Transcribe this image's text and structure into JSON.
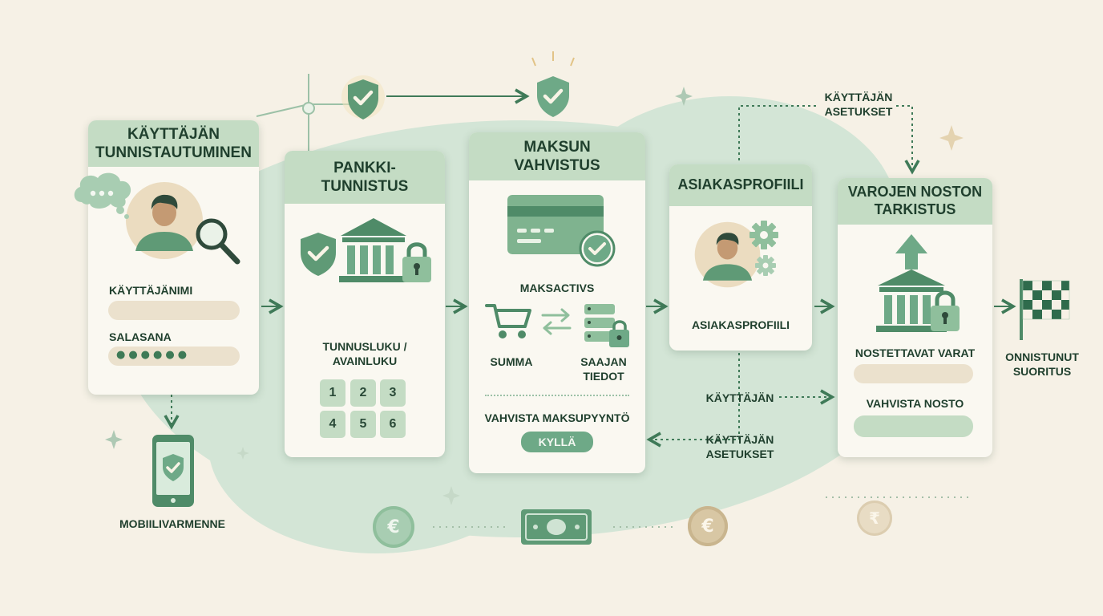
{
  "steps": {
    "login": {
      "title": "KÄYTTÄJÄN TUNNISTAUTUMINEN",
      "username_label": "KÄYTTÄJÄNIMI",
      "password_label": "SALASANA",
      "password_mask": "●●●●●●",
      "icons": [
        "speech-bubble-icon",
        "user-avatar-icon",
        "magnifier-icon"
      ]
    },
    "bank_auth": {
      "title": "PANKKI-TUNNISTUS",
      "code_label": "TUNNUSLUKU / AVAINLUKU",
      "keypad": [
        "1",
        "2",
        "3",
        "4",
        "5",
        "6"
      ],
      "icons": [
        "shield-check-icon",
        "bank-icon",
        "padlock-icon",
        "arrow-down-icon"
      ]
    },
    "payment_confirm": {
      "title": "MAKSUN VAHVISTUS",
      "payment_label": "MAKSACTIVS",
      "amount_label": "SUMMA",
      "recipient_label": "SAAJAN TIEDOT",
      "request_label": "VAHVISTA MAKSUPYYNTÖ",
      "yes_button": "KYLLÄ",
      "icons": [
        "credit-card-icon",
        "check-circle-icon",
        "cart-icon",
        "swap-arrows-icon",
        "server-lock-icon"
      ]
    },
    "profile": {
      "title": "ASIAKASPROFIILI",
      "label": "ASIAKASPROFIILI",
      "icons": [
        "user-avatar-icon",
        "gear-icon"
      ]
    },
    "withdrawal": {
      "title": "VAROJEN NOSTON TARKISTUS",
      "funds_label": "NOSTETTAVAT VARAT",
      "confirm_label": "VAHVISTA NOSTO",
      "icons": [
        "arrow-up-icon",
        "bank-icon",
        "padlock-icon"
      ]
    }
  },
  "extras": {
    "mobile_label": "MOBIILIVARMENNE",
    "success_label": "ONNISTUNUT SUORITUS",
    "user_settings_top": "KÄYTTÄJÄN ASETUKSET",
    "user_label_mid": "KÄYTTÄJÄN",
    "user_settings_bottom": "KÄYTTÄJÄN ASETUKSET",
    "coin_euro_symbol": "€",
    "coin_gold_symbol": "€",
    "coin_rupee_symbol": "₹"
  },
  "colors": {
    "background": "#f6f1e6",
    "card": "#faf8f1",
    "header": "#c4dcc4",
    "accent_green": "#4f8b68",
    "light_green": "#d3e5d6",
    "beige": "#ebe1cd",
    "gold": "#d8c7a4"
  }
}
